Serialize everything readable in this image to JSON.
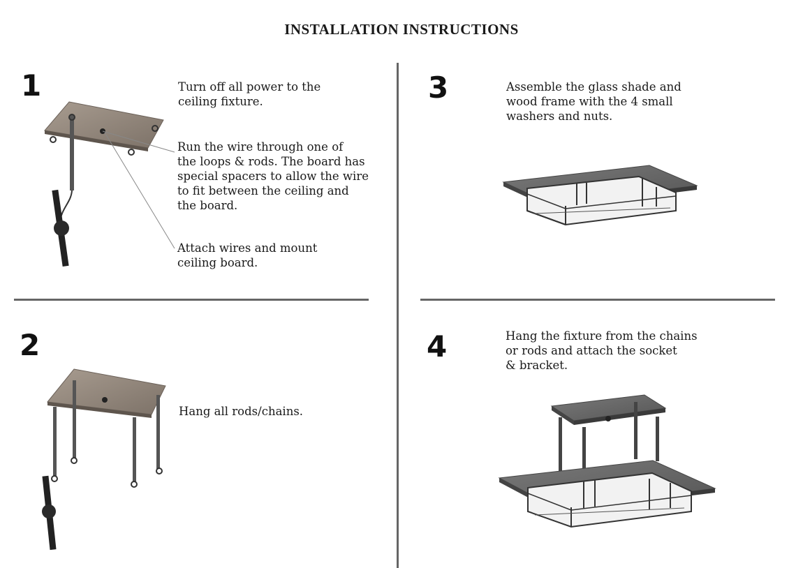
{
  "page": {
    "title": "INSTALLATION INSTRUCTIONS"
  },
  "steps": [
    {
      "number": "1",
      "texts": [
        "Turn off all power to the\nceiling fixture.",
        "Run the wire through one of\nthe loops & rods. The board has\nspecial spacers to allow the wire\nto fit between the ceiling and\nthe board.",
        "Attach wires and mount\nceiling board."
      ]
    },
    {
      "number": "2",
      "texts": [
        "Hang all rods/chains."
      ]
    },
    {
      "number": "3",
      "texts": [
        "Assemble the glass shade and\nwood frame with the 4 small\nwashers and nuts."
      ]
    },
    {
      "number": "4",
      "texts": [
        "Hang the fixture from the chains\nor rods and attach the socket\n& bracket."
      ]
    }
  ],
  "colors": {
    "divider": "#666666",
    "wood": "#8a7f74",
    "metal": "#555555",
    "glass": "#f2f2f2"
  }
}
